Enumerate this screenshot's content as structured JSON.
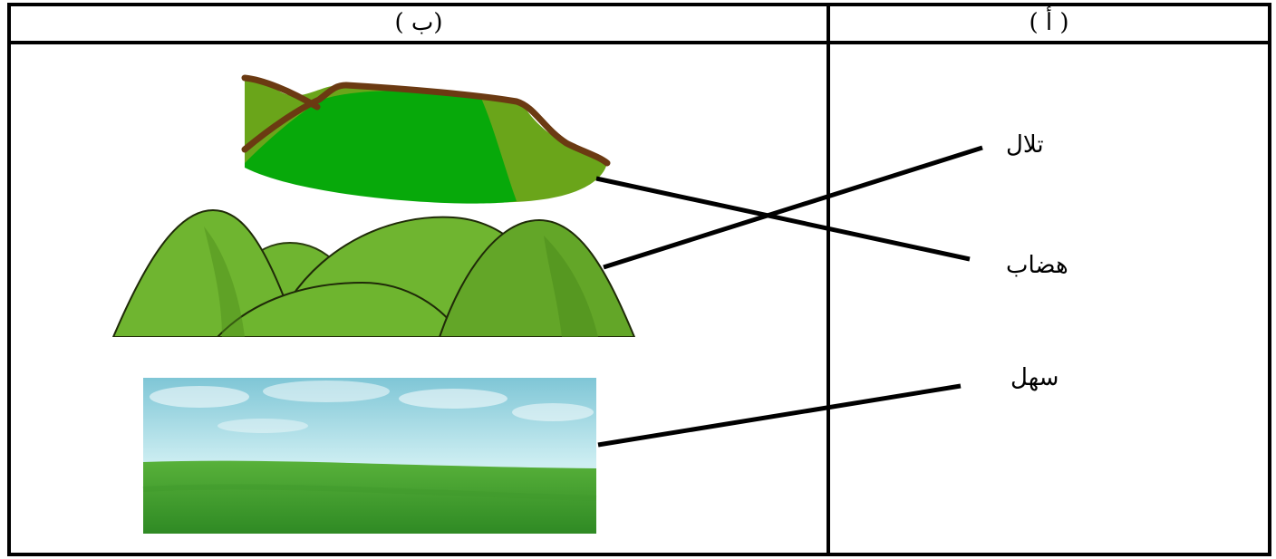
{
  "table": {
    "header_b": "( ب)",
    "header_a": "( أ )"
  },
  "terms": [
    {
      "label": "تلال"
    },
    {
      "label": "هضاب"
    },
    {
      "label": "سهل"
    }
  ],
  "images": [
    {
      "name": "plateau-illustration"
    },
    {
      "name": "hills-illustration"
    },
    {
      "name": "plain-photo"
    }
  ],
  "matches": [
    {
      "term": "هضاب",
      "image": "plateau-illustration"
    },
    {
      "term": "تلال",
      "image": "hills-illustration"
    },
    {
      "term": "سهل",
      "image": "plain-photo"
    }
  ]
}
